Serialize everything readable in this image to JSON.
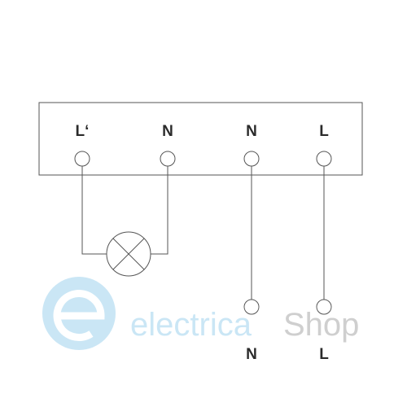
{
  "terminal_labels": {
    "lamp_out": "L‘",
    "neutral_box": "N",
    "neutral_in": "N",
    "line_in": "L"
  },
  "supply_labels": {
    "neutral": "N",
    "line": "L"
  },
  "watermark": {
    "brand_part1": "electrica",
    "brand_part2": "Shop",
    "color_part1": "#9fd3ee",
    "color_part2": "#a8a8a8"
  },
  "colors": {
    "line": "#555555",
    "label": "#2b2b2b"
  }
}
